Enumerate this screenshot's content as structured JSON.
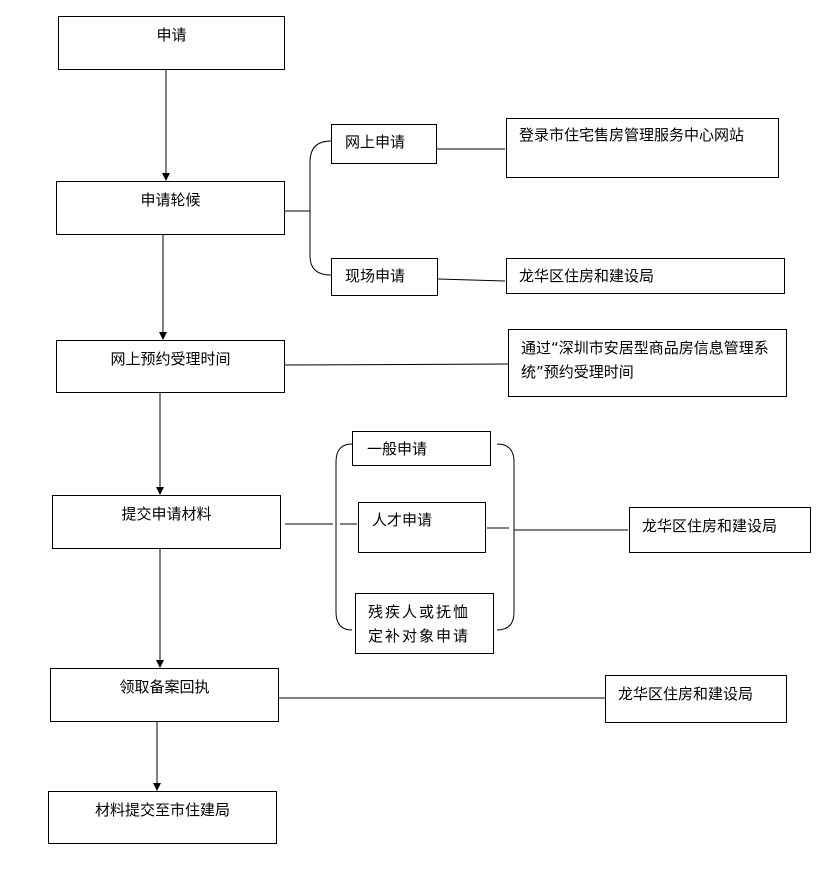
{
  "flow": {
    "apply": "申请",
    "queue": "申请轮候",
    "online_booking": "网上预约受理时间",
    "submit_materials": "提交申请材料",
    "receipt": "领取备案回执",
    "submit_bureau": "材料提交至市住建局"
  },
  "queue_branch": {
    "online": "网上申请",
    "online_detail": "登录市住宅售房管理服务中心网站",
    "onsite": "现场申请",
    "onsite_detail": "龙华区住房和建设局"
  },
  "booking_detail": "通过“深圳市安居型商品房信息管理系统”预约受理时间",
  "materials_branch": {
    "general": "一般申请",
    "talent": "人才申请",
    "disabled": "残疾人或抚恤定补对象申请",
    "detail": "龙华区住房和建设局"
  },
  "receipt_detail": "龙华区住房和建设局"
}
